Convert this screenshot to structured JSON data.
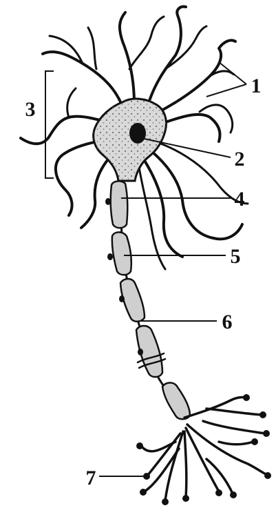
{
  "labels": [
    {
      "id": "1",
      "text": "1"
    },
    {
      "id": "2",
      "text": "2"
    },
    {
      "id": "3",
      "text": "3"
    },
    {
      "id": "4",
      "text": "4"
    },
    {
      "id": "5",
      "text": "5"
    },
    {
      "id": "6",
      "text": "6"
    },
    {
      "id": "7",
      "text": "7"
    }
  ],
  "colors": {
    "ink": "#111111",
    "cytoplasm": "#d9d9d9",
    "myelin": "#cfcfcf",
    "background": "#ffffff"
  }
}
